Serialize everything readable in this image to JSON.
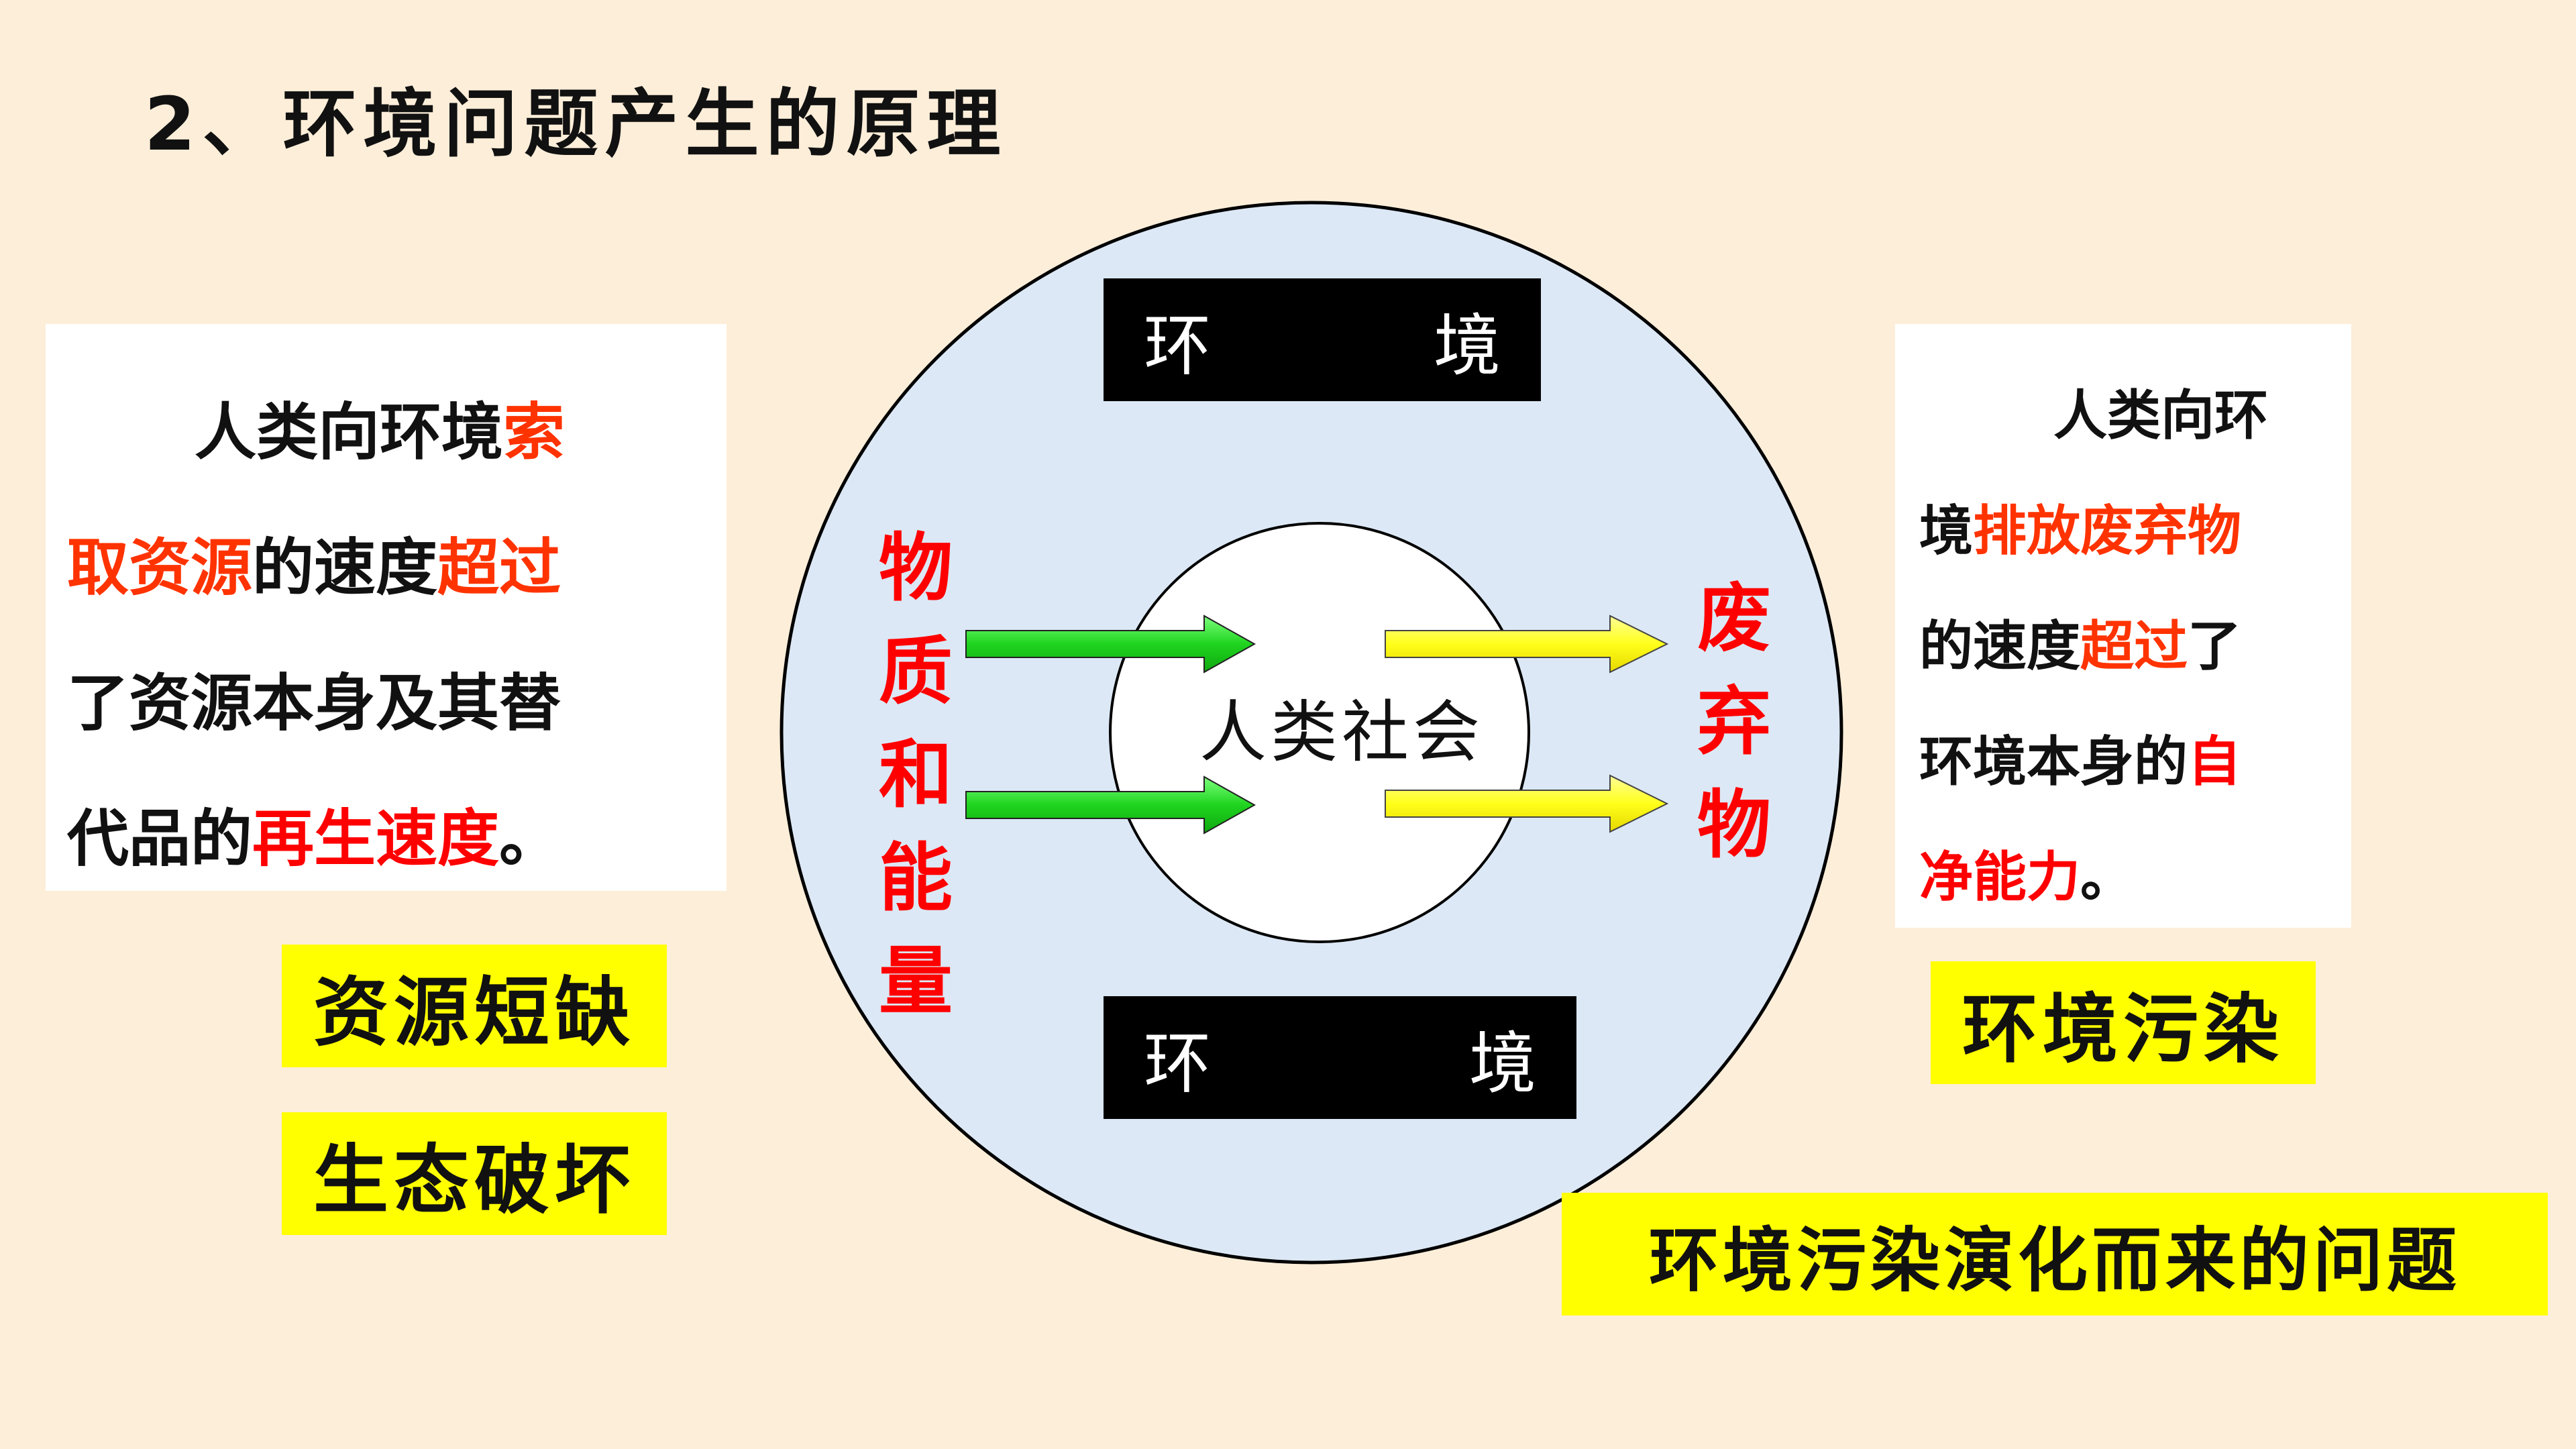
{
  "title": "2、环境问题产生的原理",
  "diagram": {
    "top_env": [
      "环",
      "境"
    ],
    "bottom_env": [
      "环",
      "境"
    ],
    "center_label": "人类社会",
    "input_label": [
      "物",
      "质",
      "和",
      "能",
      "量"
    ],
    "output_label": [
      "废",
      "弃",
      "物"
    ],
    "colors": {
      "outer_circle": "#dce8f5",
      "inner_circle": "#ffffff",
      "input_arrow": "#22dd22",
      "output_arrow": "#ffff22",
      "highlight_red": "#ff0000"
    }
  },
  "left_text": {
    "line1": {
      "a": "人类向环境",
      "b": "索"
    },
    "line2": {
      "a": "取资源",
      "b": "的速度",
      "c": "超过"
    },
    "line3": "了资源本身及其替",
    "line4": {
      "a": "代品的",
      "b": "再生速度",
      "c": "。"
    }
  },
  "right_text": {
    "line1": "人类向环",
    "line2": {
      "a": "境",
      "b": "排放废弃物"
    },
    "line3": {
      "a": "的速度",
      "b": "超过",
      "c": "了"
    },
    "line4": {
      "a": "环境本身的",
      "b": "自"
    },
    "line5": {
      "a": "净能力",
      "b": "。"
    }
  },
  "labels": {
    "resource_shortage": "资源短缺",
    "eco_damage": "生态破坏",
    "env_pollution": "环境污染",
    "derived_problems": "环境污染演化而来的问题"
  }
}
